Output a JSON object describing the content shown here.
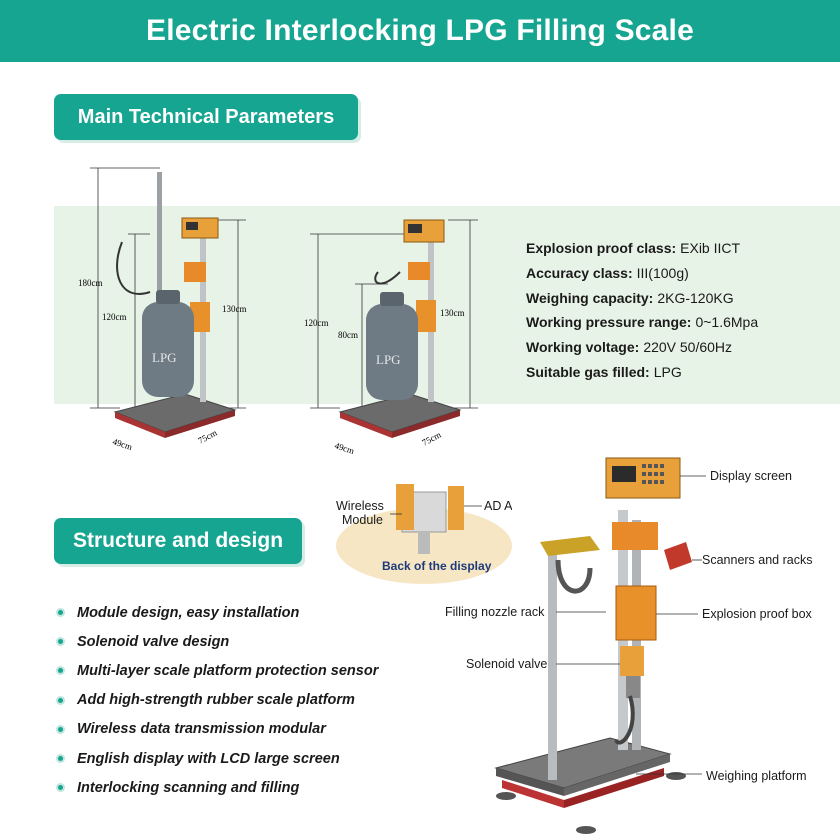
{
  "header": {
    "title": "Electric Interlocking LPG Filling Scale"
  },
  "sections": {
    "params_title": "Main Technical Parameters",
    "structure_title": "Structure and design"
  },
  "specs": [
    {
      "label": "Explosion proof class:",
      "value": "EXib IICT"
    },
    {
      "label": "Accuracy class:",
      "value": "III(100g)"
    },
    {
      "label": "Weighing capacity:",
      "value": "2KG-120KG"
    },
    {
      "label": "Working pressure range:",
      "value": "0~1.6Mpa"
    },
    {
      "label": "Working voltage:",
      "value": "220V 50/60Hz"
    },
    {
      "label": "Suitable gas filled:",
      "value": "LPG"
    }
  ],
  "features": [
    "Module design, easy installation",
    "Solenoid valve design",
    "Multi-layer scale platform protection sensor",
    "Add high-strength rubber scale platform",
    "Wireless data transmission modular",
    "English display with LCD large screen",
    "Interlocking scanning and filling"
  ],
  "diagram_left": {
    "h_total": "180cm",
    "h_pole": "130cm",
    "h_mid": "120cm",
    "width": "49cm",
    "depth": "75cm",
    "cylinder_label": "LPG"
  },
  "diagram_right": {
    "h_mid": "120cm",
    "h_pole": "130cm",
    "h_low": "80cm",
    "width": "49cm",
    "depth": "75cm",
    "cylinder_label": "LPG"
  },
  "back_display": {
    "wireless": "Wireless",
    "module": "Module",
    "adaptor": "AD Adaptor",
    "caption": "Back of the display"
  },
  "callouts": {
    "display_screen": "Display screen",
    "scanners": "Scanners and racks",
    "nozzle_rack": "Filling nozzle rack",
    "explosion_box": "Explosion proof box",
    "solenoid": "Solenoid valve",
    "platform": "Weighing platform"
  }
}
